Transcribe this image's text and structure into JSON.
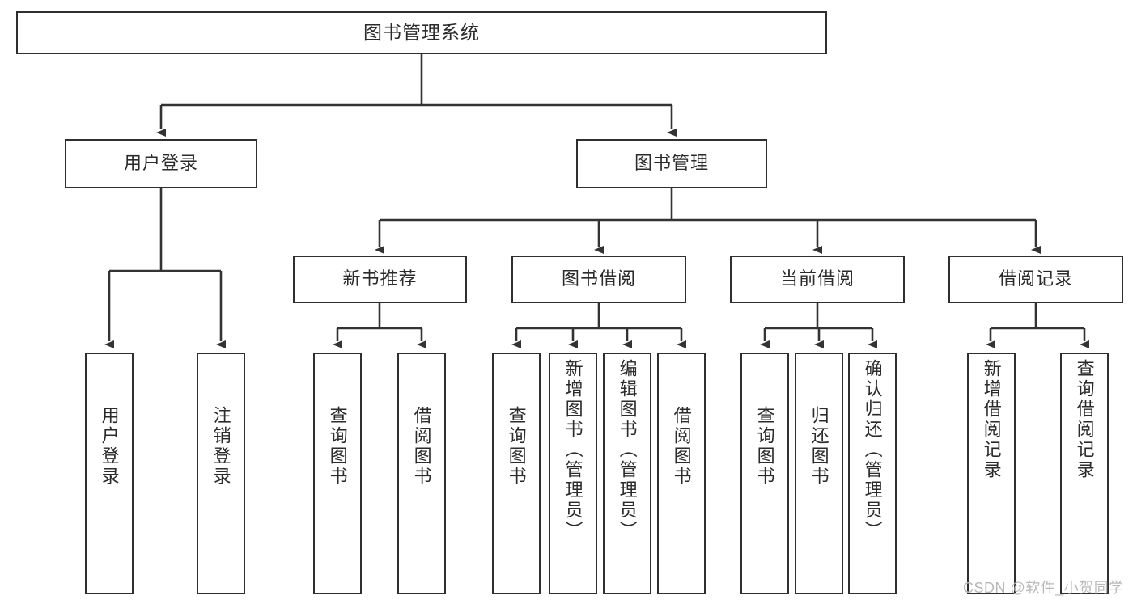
{
  "diagram": {
    "title": "图书管理系统",
    "type": "functional-structure-tree",
    "watermark": "CSDN @软件_小贺同学",
    "colors": {
      "border": "#2f2f2f",
      "background": "#ffffff",
      "text": "#2b2b2b",
      "edge": "#333333",
      "watermark": "#b9b9b9"
    },
    "nodes": {
      "root": {
        "label": "图书管理系统"
      },
      "level2": [
        {
          "id": "user-login",
          "label": "用户登录"
        },
        {
          "id": "book-manage",
          "label": "图书管理"
        }
      ],
      "level3": [
        {
          "id": "new-book-recommend",
          "label": "新书推荐"
        },
        {
          "id": "book-borrow",
          "label": "图书借阅"
        },
        {
          "id": "current-borrow",
          "label": "当前借阅"
        },
        {
          "id": "borrow-record",
          "label": "借阅记录"
        }
      ],
      "leaves": {
        "user_login": [
          {
            "id": "leaf-user-login",
            "label": "用户登录"
          },
          {
            "id": "leaf-logout-login",
            "label": "注销登录"
          }
        ],
        "new_book_recommend": [
          {
            "id": "leaf-query-book-1",
            "label": "查询图书"
          },
          {
            "id": "leaf-borrow-book-1",
            "label": "借阅图书"
          }
        ],
        "book_borrow": [
          {
            "id": "leaf-query-book-2",
            "label": "查询图书"
          },
          {
            "id": "leaf-add-book-admin",
            "label": "新增图书（管理员）"
          },
          {
            "id": "leaf-edit-book-admin",
            "label": "编辑图书（管理员）"
          },
          {
            "id": "leaf-borrow-book-2",
            "label": "借阅图书"
          }
        ],
        "current_borrow": [
          {
            "id": "leaf-query-book-3",
            "label": "查询图书"
          },
          {
            "id": "leaf-return-book",
            "label": "归还图书"
          },
          {
            "id": "leaf-confirm-return-admin",
            "label": "确认归还（管理员）"
          }
        ],
        "borrow_record": [
          {
            "id": "leaf-add-borrow-record",
            "label": "新增借阅记录"
          },
          {
            "id": "leaf-query-borrow-record",
            "label": "查询借阅记录"
          }
        ]
      }
    }
  }
}
